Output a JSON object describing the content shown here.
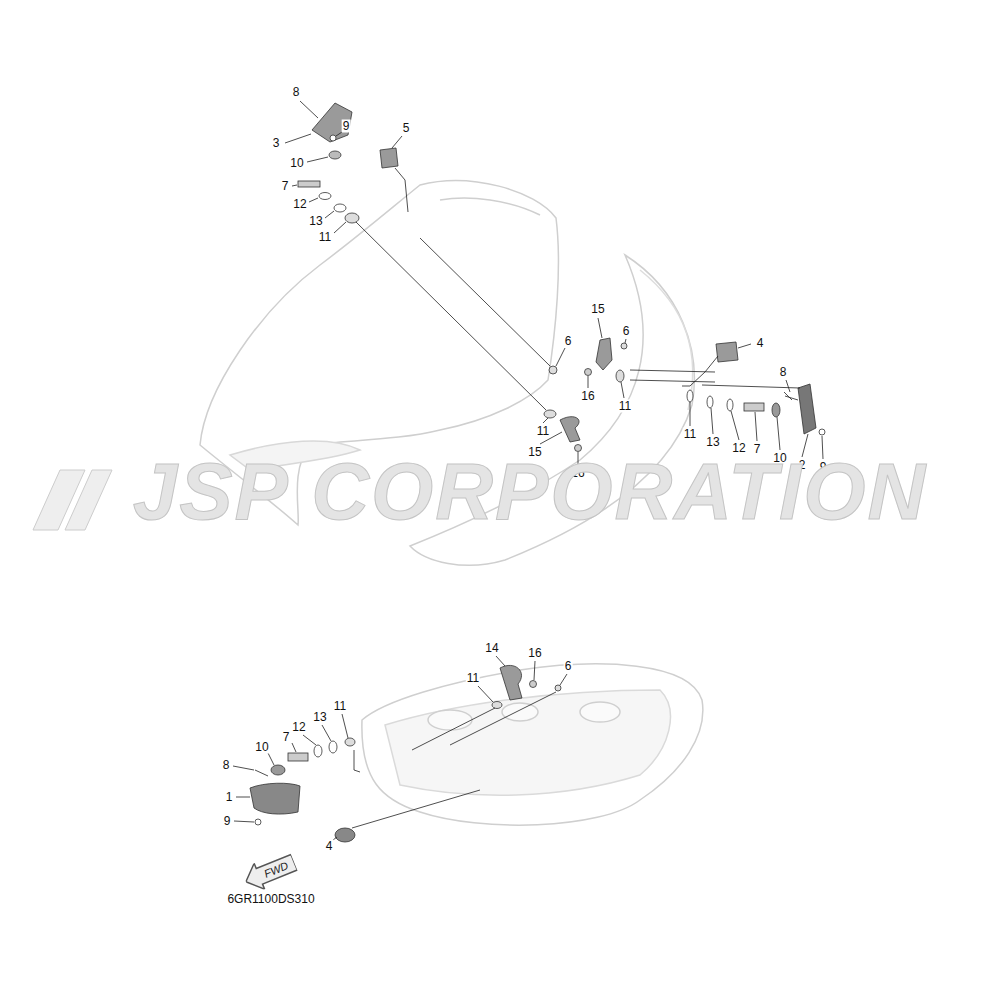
{
  "diagram": {
    "nodes": [
      {
        "text": [
          "FWD"
        ]
      }
    ],
    "labels": [
      "8",
      "9",
      "3",
      "5",
      "10",
      "7",
      "12",
      "13",
      "11",
      "15",
      "6",
      "4",
      "6",
      "8",
      "16",
      "11",
      "11",
      "11",
      "13",
      "12",
      "7",
      "15",
      "10",
      "2",
      "9",
      "16",
      "JSP CORPORATION",
      "14",
      "16",
      "6",
      "11",
      "11",
      "13",
      "12",
      "7",
      "10",
      "8",
      "1",
      "9",
      "4",
      "6GR1100DS310"
    ]
  }
}
